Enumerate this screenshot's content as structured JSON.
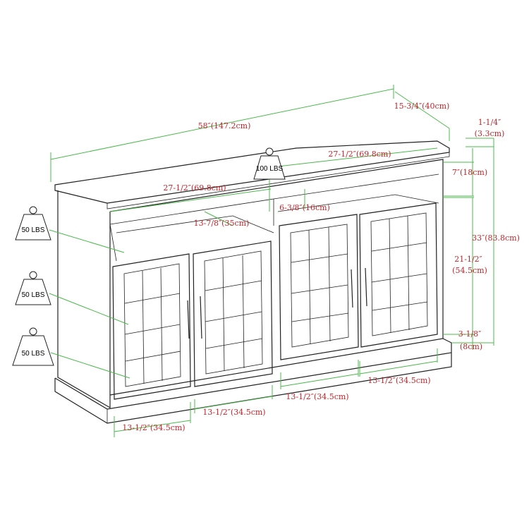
{
  "colors": {
    "dimension_text": "#c0262c",
    "dimension_line": "#4cb84c",
    "outline": "#222222"
  },
  "weights": {
    "top": "100 LBS",
    "shelf": "50 LBS",
    "middle_shelf": "50 LBS",
    "bottom_shelf": "50 LBS"
  },
  "dimensions": {
    "total_width": "58″(147.2cm)",
    "depth": "15-3/4″(40cm)",
    "top_thickness": "1-1/4″",
    "top_thickness_cm": "(3.3cm)",
    "total_height": "33″(83.8cm)",
    "open_shelf_height": "7″(18cm)",
    "cabinet_height": "21-1/2″",
    "cabinet_height_cm": "(54.5cm)",
    "base_height": "3-1/8″",
    "base_height_cm": "(8cm)",
    "shelf_width_right": "27-1/2″(69.8cm)",
    "shelf_width_left": "27-1/2″(69.8cm)",
    "shelf_clearance": "6-3/8″(16cm)",
    "shelf_depth": "13-7/8″(35cm)",
    "door_width_1": "13-1/2″(34.5cm)",
    "door_width_2": "13-1/2″(34.5cm)",
    "door_width_3": "13-1/2″(34.5cm)",
    "door_width_4": "13-1/2″(34.5cm)"
  }
}
